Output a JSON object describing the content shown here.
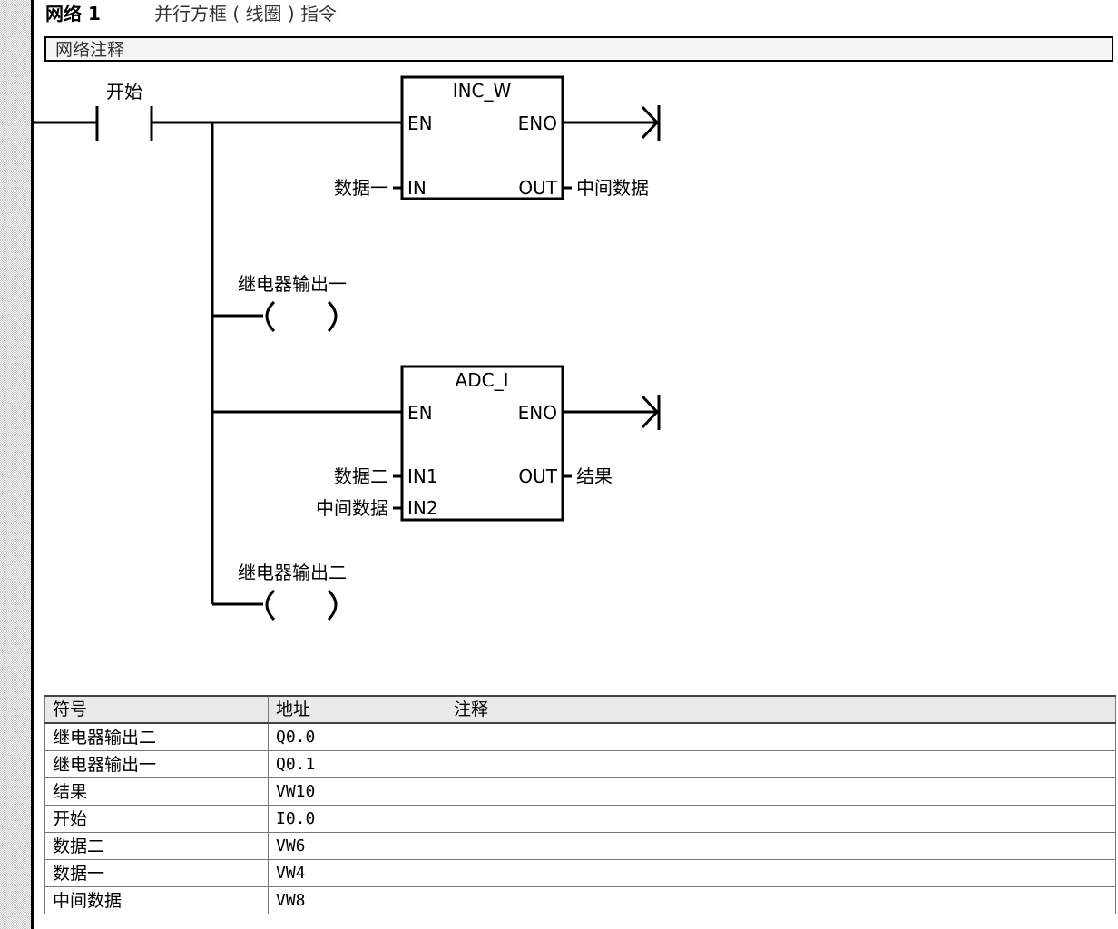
{
  "network": {
    "number": "网络 1",
    "title": "并行方框 ( 线圈 ) 指令",
    "comment": "网络注释"
  },
  "ladder": {
    "contact": {
      "label": "开始"
    },
    "inc_block": {
      "name": "INC_W",
      "en": "EN",
      "eno": "ENO",
      "in_pin": "IN",
      "out_pin": "OUT",
      "in_operand": "数据一",
      "out_operand": "中间数据"
    },
    "coil1": {
      "label": "继电器输出一"
    },
    "adc_block": {
      "name": "ADC_I",
      "en": "EN",
      "eno": "ENO",
      "in1_pin": "IN1",
      "in2_pin": "IN2",
      "out_pin": "OUT",
      "in1_operand": "数据二",
      "in2_operand": "中间数据",
      "out_operand": "结果"
    },
    "coil2": {
      "label": "继电器输出二"
    }
  },
  "symbol_table": {
    "headers": [
      "符号",
      "地址",
      "注释"
    ],
    "rows": [
      {
        "symbol": "继电器输出二",
        "address": "Q0.0",
        "comment": ""
      },
      {
        "symbol": "继电器输出一",
        "address": "Q0.1",
        "comment": ""
      },
      {
        "symbol": "结果",
        "address": "VW10",
        "comment": ""
      },
      {
        "symbol": "开始",
        "address": "I0.0",
        "comment": ""
      },
      {
        "symbol": "数据二",
        "address": "VW6",
        "comment": ""
      },
      {
        "symbol": "数据一",
        "address": "VW4",
        "comment": ""
      },
      {
        "symbol": "中间数据",
        "address": "VW8",
        "comment": ""
      }
    ]
  }
}
